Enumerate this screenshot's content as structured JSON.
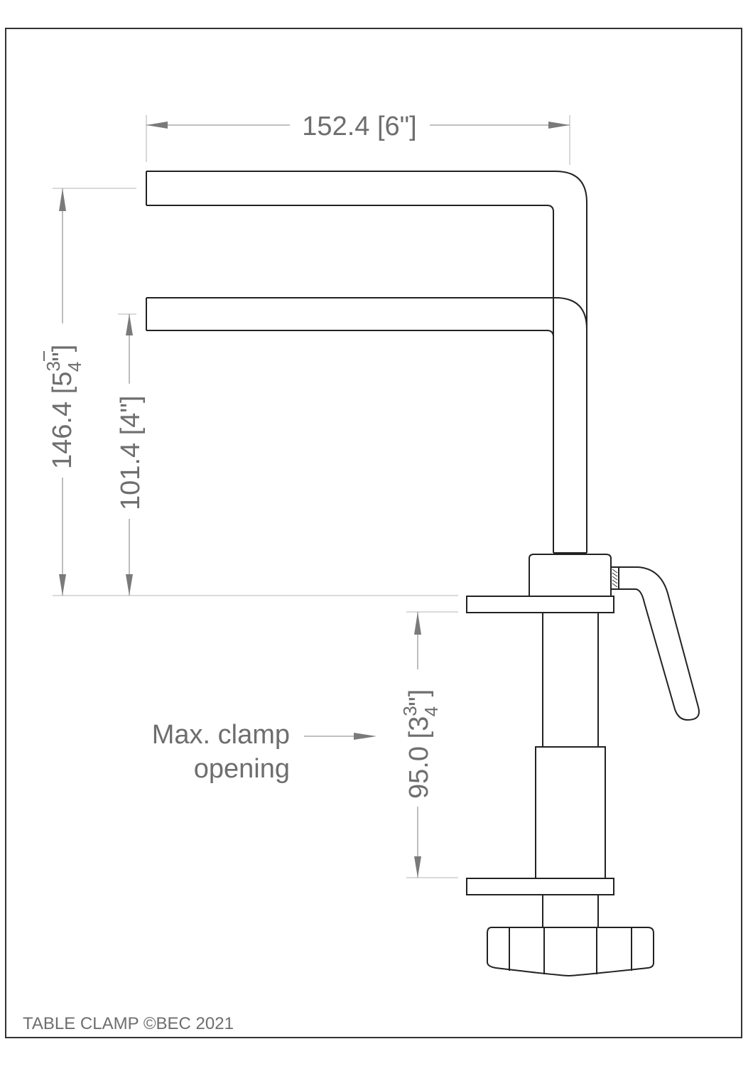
{
  "drawing": {
    "title_block": "TABLE CLAMP ©BEC 2021",
    "subject": "Table clamp dimension drawing",
    "units": "mm [inches]"
  },
  "dimensions": {
    "width_top": {
      "label": "152.4 [6\"]",
      "mm": 152.4,
      "inches": "6\""
    },
    "height_upper_arm": {
      "label_main": "146.4 [5",
      "fraction_num": "3",
      "fraction_den": "4",
      "label_end": "\"]",
      "mm": 146.4,
      "inches": "5 3/4\""
    },
    "height_lower_arm": {
      "label": "101.4 [4\"]",
      "mm": 101.4,
      "inches": "4\""
    },
    "clamp_opening": {
      "label_main": "95.0 [3",
      "fraction_num": "3",
      "fraction_den": "4",
      "label_end": "\"]",
      "mm": 95.0,
      "inches": "3 3/4\""
    }
  },
  "annotations": {
    "max_clamp_line1": "Max. clamp",
    "max_clamp_line2": "opening"
  },
  "colors": {
    "part_stroke": "#222222",
    "dimension_text": "#6e6e6e",
    "dimension_line": "#9a9a9a",
    "border": "#333333"
  }
}
